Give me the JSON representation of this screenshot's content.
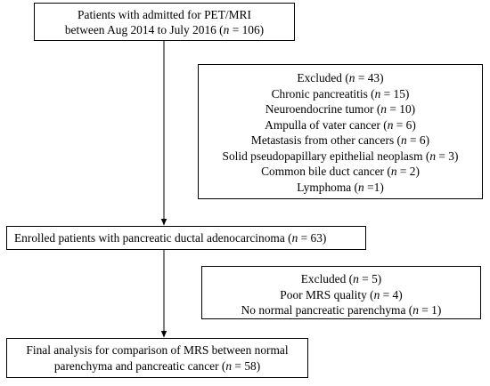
{
  "boxes": {
    "admitted": {
      "lines": [
        {
          "pre": "Patients with admitted for PET/MRI",
          "n": "",
          "post": ""
        },
        {
          "pre": "between Aug 2014 to July 2016 (",
          "n": "n",
          "post": " = 106)"
        }
      ]
    },
    "excluded_first": {
      "lines": [
        {
          "pre": "Excluded (",
          "n": "n",
          "post": " = 43)"
        },
        {
          "pre": "Chronic pancreatitis (",
          "n": "n",
          "post": " = 15)"
        },
        {
          "pre": "Neuroendocrine tumor (",
          "n": "n",
          "post": " = 10)"
        },
        {
          "pre": "Ampulla of vater cancer (",
          "n": "n",
          "post": " = 6)"
        },
        {
          "pre": "Metastasis from other cancers (",
          "n": "n",
          "post": " = 6)"
        },
        {
          "pre": "Solid pseudopapillary epithelial neoplasm (",
          "n": "n",
          "post": " = 3)"
        },
        {
          "pre": "Common bile duct cancer (",
          "n": "n",
          "post": " = 2)"
        },
        {
          "pre": "Lymphoma (",
          "n": "n",
          "post": " =1)"
        }
      ]
    },
    "enrolled": {
      "lines": [
        {
          "pre": "Enrolled patients with pancreatic ductal adenocarcinoma (",
          "n": "n",
          "post": " = 63)"
        }
      ]
    },
    "excluded_second": {
      "lines": [
        {
          "pre": "Excluded (",
          "n": "n",
          "post": " = 5)"
        },
        {
          "pre": "Poor MRS quality (",
          "n": "n",
          "post": " = 4)"
        },
        {
          "pre": "No normal pancreatic parenchyma (",
          "n": "n",
          "post": " = 1)"
        }
      ]
    },
    "final": {
      "lines": [
        {
          "pre": "Final analysis for comparison of MRS between normal",
          "n": "",
          "post": ""
        },
        {
          "pre": "parenchyma and pancreatic cancer (",
          "n": "n",
          "post": " = 58)"
        }
      ]
    }
  },
  "colors": {
    "stroke": "#000000",
    "background": "#ffffff"
  }
}
